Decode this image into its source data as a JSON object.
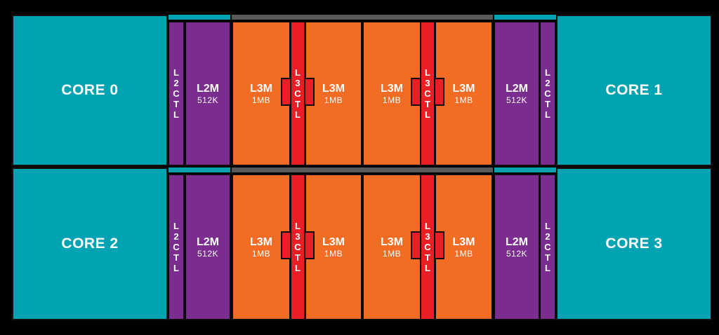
{
  "cores": [
    {
      "label": "CORE 0"
    },
    {
      "label": "CORE 1"
    },
    {
      "label": "CORE 2"
    },
    {
      "label": "CORE 3"
    }
  ],
  "l2ctl": {
    "label": "L2CTL"
  },
  "l2m": {
    "name": "L2M",
    "size": "512K"
  },
  "l3ctl": {
    "label": "L3CTL"
  },
  "l3m": {
    "name": "L3M",
    "size": "1MB"
  },
  "colors": {
    "core": "#00a3b1",
    "l2": "#7a2c8f",
    "l3m": "#f26c24",
    "l3ctl": "#ea1f26",
    "background": "#000000",
    "strip_grey": "#5a5a5a"
  }
}
